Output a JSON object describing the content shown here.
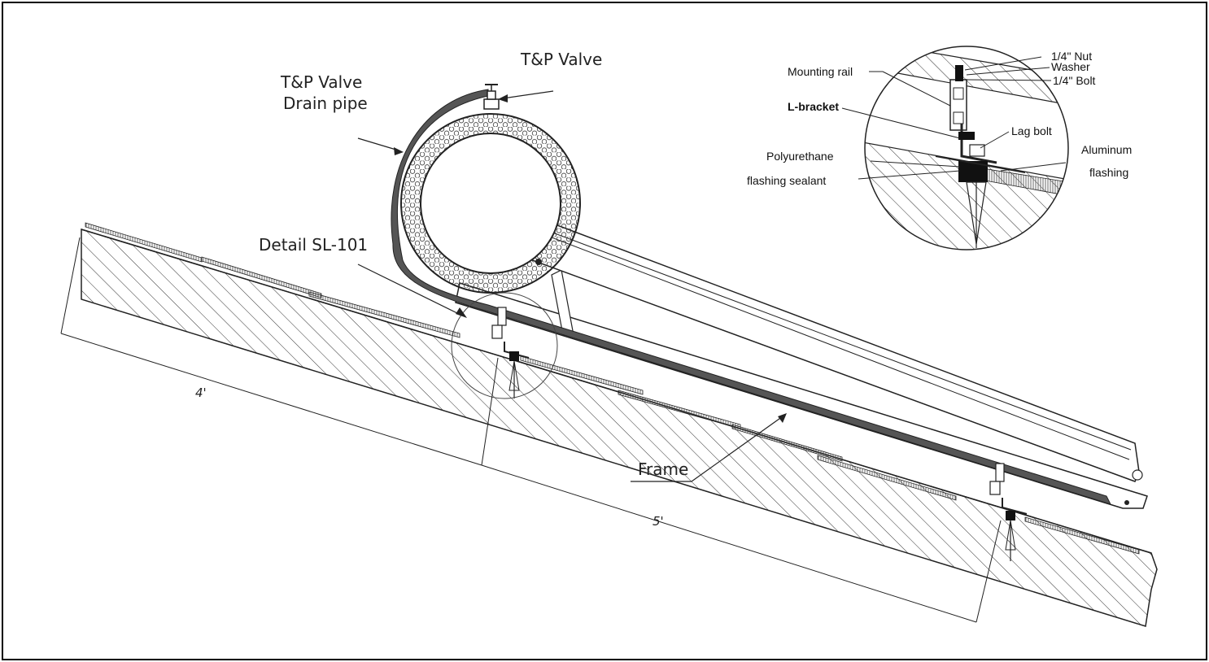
{
  "labels": {
    "tp_valve": "T&P Valve",
    "tp_drain_line1": "T&P Valve",
    "tp_drain_line2": "Drain pipe",
    "detail_ref": "Detail SL-101",
    "frame": "Frame",
    "dim_4": "4'",
    "dim_5": "5'"
  },
  "detail": {
    "nut": "1/4\" Nut",
    "washer": "Washer",
    "bolt": "1/4\" Bolt",
    "mounting_rail": "Mounting rail",
    "l_bracket": "L-bracket",
    "lag_bolt": "Lag bolt",
    "sealant_line1": "Polyurethane",
    "sealant_line2": "flashing sealant",
    "flashing_line1": "Aluminum",
    "flashing_line2": "flashing"
  },
  "colors": {
    "ink": "#222222",
    "paper": "#ffffff"
  }
}
